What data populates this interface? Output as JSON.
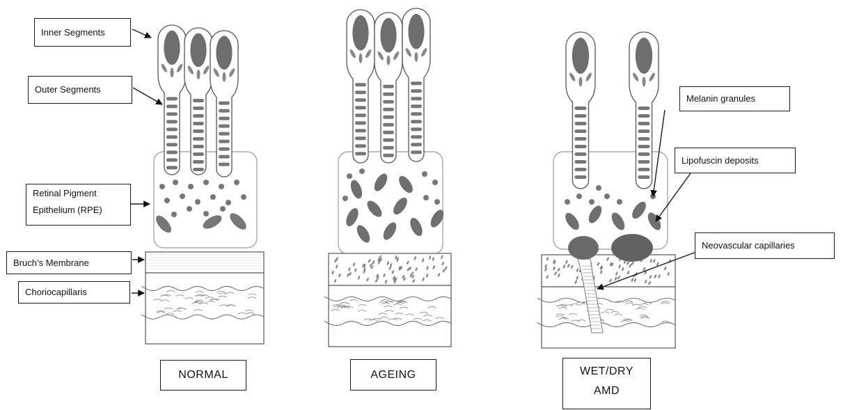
{
  "labels": {
    "inner_segments": "Inner Segments",
    "outer_segments": "Outer Segments",
    "rpe_line1": "Retinal Pigment",
    "rpe_line2": "Epithelium (RPE)",
    "bruchs_membrane": "Bruch’s Membrane",
    "choriocapillaris": "Choriocapillaris",
    "melanin_granules": "Melanin granules",
    "lipofuscin_deposits": "Lipofuscin deposits",
    "neovascular_capillaries": "Neovascular capillaries"
  },
  "panels": {
    "normal": "NORMAL",
    "ageing": "AGEING",
    "amd_line1": "WET/DRY",
    "amd_line2": "AMD"
  },
  "colors": {
    "pencil": "#555555",
    "pigment": "#777777",
    "line": "#1a1a1a"
  }
}
